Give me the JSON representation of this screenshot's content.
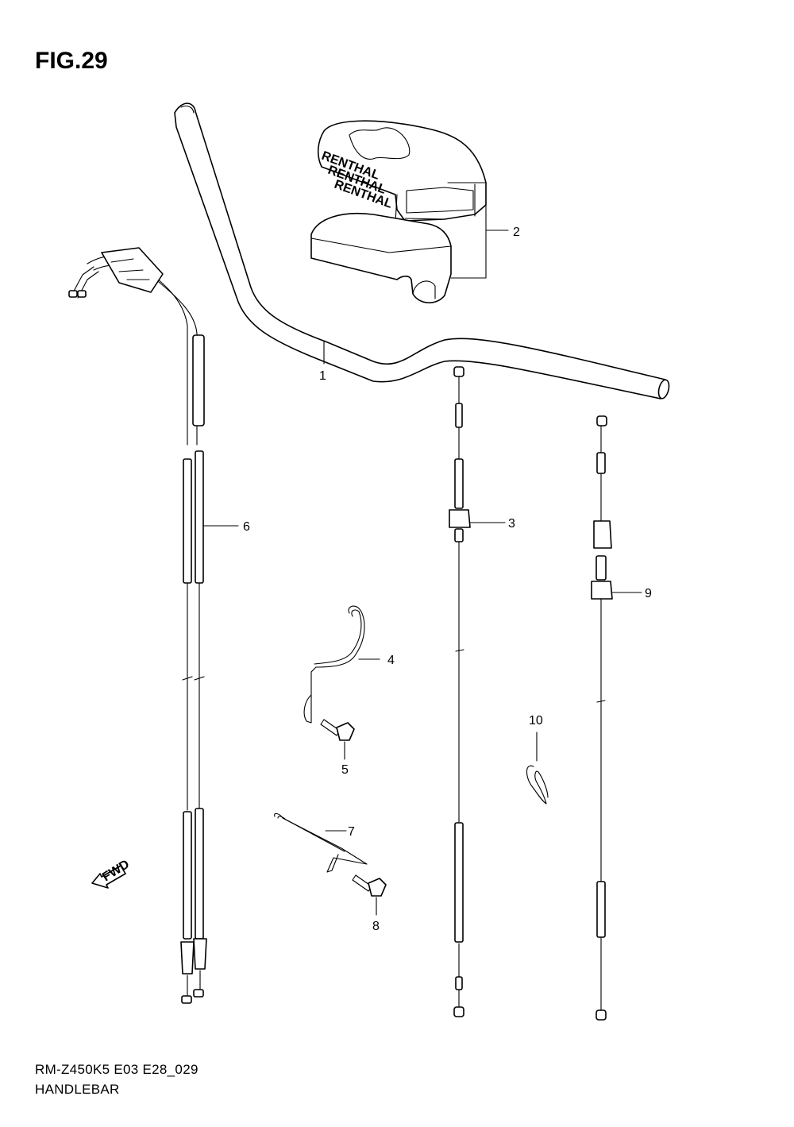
{
  "figure": {
    "title": "FIG.29"
  },
  "footer": {
    "model_code": "RM-Z450K5 E03 E28_029",
    "section_name": "HANDLEBAR"
  },
  "pad_logo_text": [
    "RENTHAL",
    "RENTHAL",
    "RENTHAL"
  ],
  "direction_marker": {
    "label": "FWD",
    "icon": "forward-arrow-icon"
  },
  "callouts": [
    {
      "number": "1",
      "part": "handlebar"
    },
    {
      "number": "2",
      "part": "handlebar-pad-set"
    },
    {
      "number": "3",
      "part": "clutch-cable"
    },
    {
      "number": "4",
      "part": "cable-guide"
    },
    {
      "number": "5",
      "part": "bolt"
    },
    {
      "number": "6",
      "part": "throttle-cable-assembly"
    },
    {
      "number": "7",
      "part": "cable-guide"
    },
    {
      "number": "8",
      "part": "bolt"
    },
    {
      "number": "9",
      "part": "hot-start-cable"
    },
    {
      "number": "10",
      "part": "clamp"
    }
  ]
}
